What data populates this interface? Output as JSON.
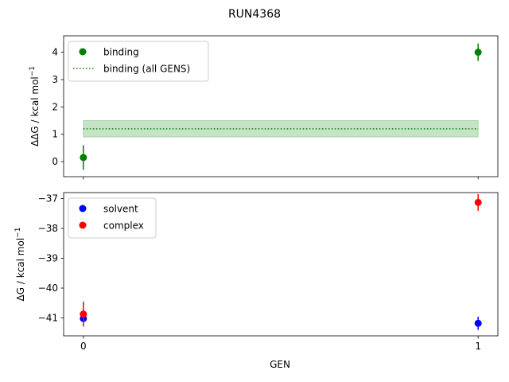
{
  "figure": {
    "title": "RUN4368",
    "xlabel": "GEN"
  },
  "colors": {
    "binding": "#008000",
    "solvent": "#0000ff",
    "complex": "#ff0000",
    "band": "#b7e1b7"
  },
  "chart_data": [
    {
      "type": "scatter",
      "title": "",
      "ylabel": "ΔΔG / kcal mol",
      "ylabel_sup": "−1",
      "xlim": [
        -0.05,
        1.05
      ],
      "ylim": [
        -0.55,
        4.6
      ],
      "xticks": [],
      "yticks": [
        {
          "value": 0,
          "label": "0"
        },
        {
          "value": 1,
          "label": "1"
        },
        {
          "value": 2,
          "label": "2"
        },
        {
          "value": 3,
          "label": "3"
        },
        {
          "value": 4,
          "label": "4"
        }
      ],
      "legend": {
        "position": "upper-left"
      },
      "series": [
        {
          "name": "binding",
          "color": "#008000",
          "marker": "circle",
          "x": [
            0,
            1
          ],
          "y": [
            0.15,
            4.0
          ],
          "yerr": [
            0.45,
            0.32
          ]
        }
      ],
      "hlines": [
        {
          "name": "binding (all GENS)",
          "color": "#008000",
          "style": "dotted",
          "y": 1.2,
          "band": [
            0.9,
            1.5
          ],
          "xrange": [
            0,
            1
          ]
        }
      ]
    },
    {
      "type": "scatter",
      "title": "",
      "ylabel": "ΔG / kcal mol",
      "ylabel_sup": "−1",
      "xlim": [
        -0.05,
        1.05
      ],
      "ylim": [
        -41.6,
        -36.8
      ],
      "xticks": [
        {
          "value": 0,
          "label": "0"
        },
        {
          "value": 1,
          "label": "1"
        }
      ],
      "yticks": [
        {
          "value": -37,
          "label": "−37"
        },
        {
          "value": -38,
          "label": "−38"
        },
        {
          "value": -39,
          "label": "−39"
        },
        {
          "value": -40,
          "label": "−40"
        },
        {
          "value": -41,
          "label": "−41"
        }
      ],
      "legend": {
        "position": "upper-left"
      },
      "series": [
        {
          "name": "solvent",
          "color": "#0000ff",
          "marker": "circle",
          "x": [
            0,
            1
          ],
          "y": [
            -41.02,
            -41.18
          ],
          "yerr": [
            0.08,
            0.22
          ]
        },
        {
          "name": "complex",
          "color": "#ff0000",
          "marker": "circle",
          "x": [
            0,
            1
          ],
          "y": [
            -40.87,
            -37.13
          ],
          "yerr": [
            0.42,
            0.28
          ]
        }
      ],
      "hlines": []
    }
  ]
}
